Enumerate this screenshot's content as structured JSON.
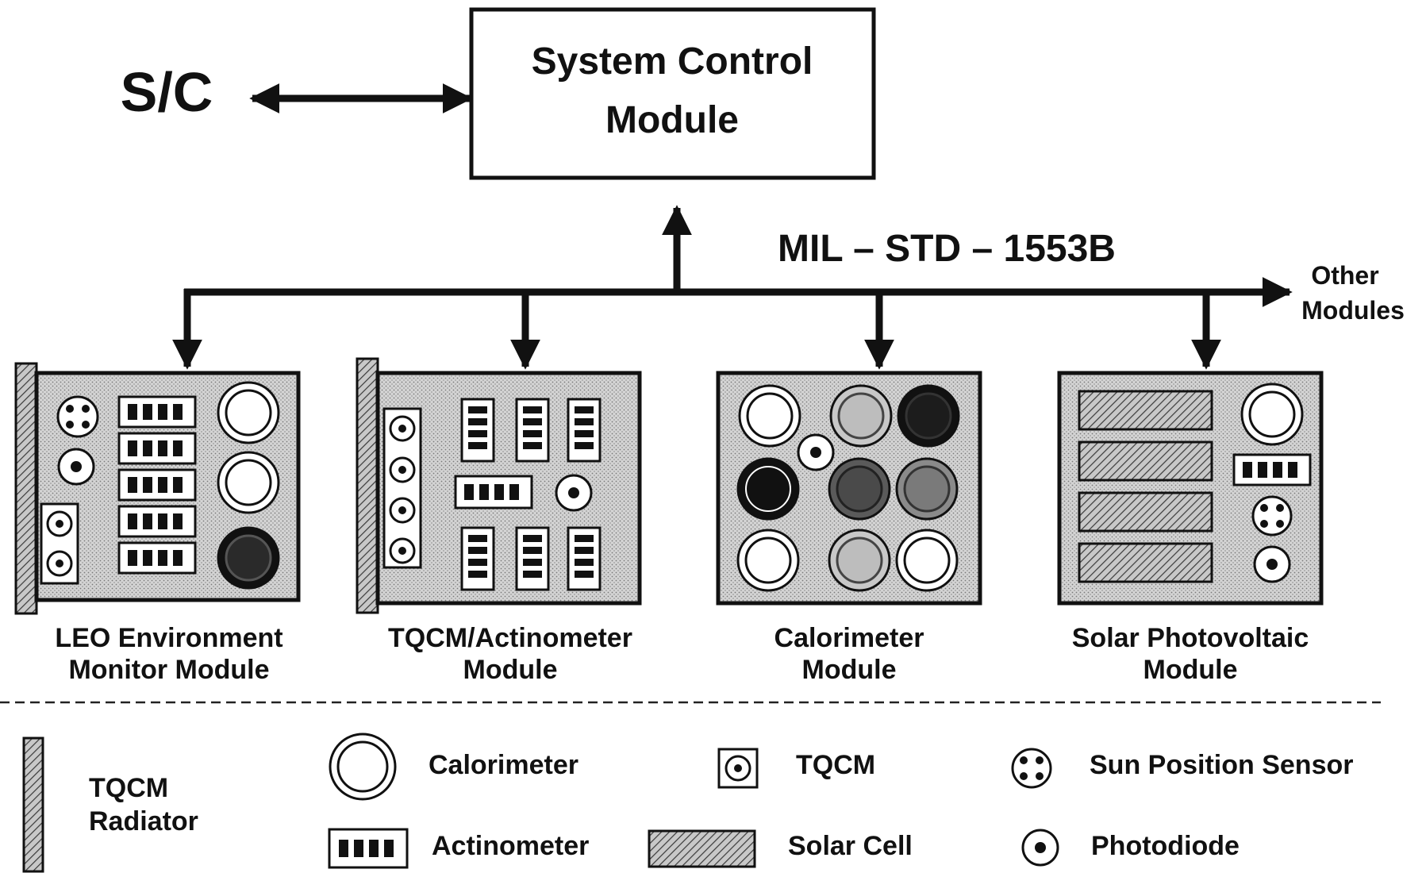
{
  "sc_label": "S/C",
  "control": {
    "line1": "System Control",
    "line2": "Module"
  },
  "bus": {
    "label": "MIL – STD – 1553B",
    "other_line1": "Other",
    "other_line2": "Modules"
  },
  "modules": [
    {
      "line1": "LEO Environment",
      "line2": "Monitor Module"
    },
    {
      "line1": "TQCM/Actinometer",
      "line2": "Module"
    },
    {
      "line1": "Calorimeter",
      "line2": "Module"
    },
    {
      "line1": "Solar Photovoltaic",
      "line2": "Module"
    }
  ],
  "legend": {
    "radiator_line1": "TQCM",
    "radiator_line2": "Radiator",
    "calorimeter": "Calorimeter",
    "actinometer": "Actinometer",
    "tqcm": "TQCM",
    "solar_cell": "Solar Cell",
    "sun_sensor": "Sun Position Sensor",
    "photodiode": "Photodiode"
  }
}
